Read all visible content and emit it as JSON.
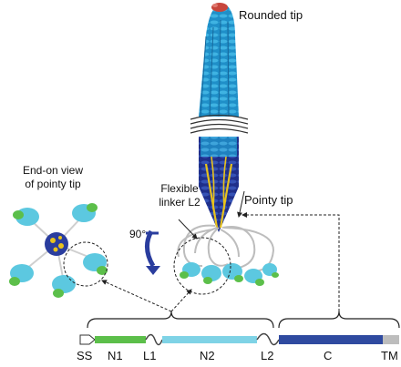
{
  "labels": {
    "rounded_tip": "Rounded tip",
    "pointy_tip": "Pointy tip",
    "flexible_linker_line1": "Flexible",
    "flexible_linker_line2": "linker L2",
    "end_on_line1": "End-on view",
    "end_on_line2": "of pointy tip",
    "rotation": "90°"
  },
  "domains": [
    {
      "name": "SS",
      "color": "#ffffff"
    },
    {
      "name": "N1",
      "color": "#5cbf4a"
    },
    {
      "name": "L1",
      "color": "#555555"
    },
    {
      "name": "N2",
      "color": "#7fd3e6"
    },
    {
      "name": "L2",
      "color": "#555555"
    },
    {
      "name": "C",
      "color": "#2f4aa0"
    },
    {
      "name": "TM",
      "color": "#bdbdbd"
    }
  ],
  "colors": {
    "helix_cyan": "#2fa4d8",
    "helix_blue": "#2a3d9e",
    "accent_yellow": "#e8c21c",
    "tip_red": "#c8463c",
    "linker_gray": "#cfcfcf"
  }
}
